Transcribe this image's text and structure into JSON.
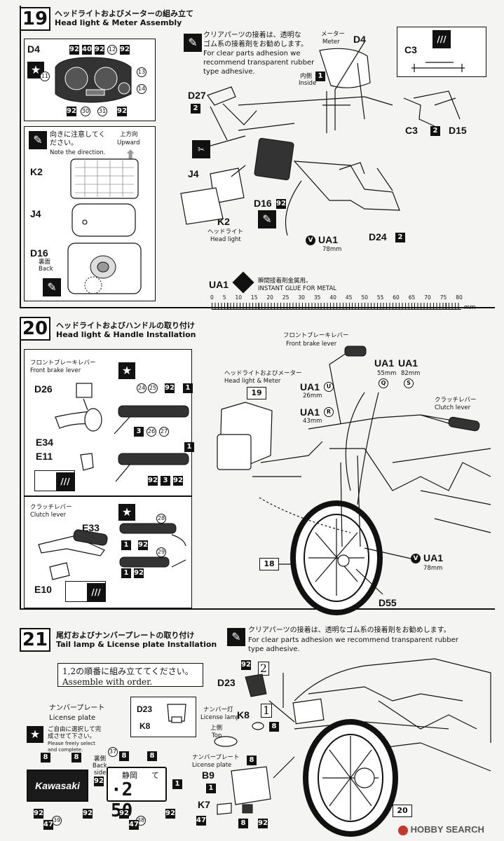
{
  "colors": {
    "ink": "#111111",
    "paper": "#f4f4f2"
  },
  "steps": [
    {
      "num": "19",
      "jp": "ヘッドライトおよびメーターの組み立て",
      "en": "Head light & Meter Assembly"
    },
    {
      "num": "20",
      "jp": "ヘッドライトおよびハンドルの取り付け",
      "en": "Head light & Handle Installation"
    },
    {
      "num": "21",
      "jp": "尾灯およびナンバープレートの取り付け",
      "en": "Tail lamp & License plate Installation"
    }
  ],
  "s19": {
    "d4": "D4",
    "num92": "92",
    "num40": "40",
    "num12": "12",
    "c11": "11",
    "c13": "13",
    "c14": "14",
    "num30": "30",
    "num31": "31",
    "note_dir_jp": "向きに注意してください。",
    "note_dir_en": "Note the direction.",
    "upward_jp": "上方向",
    "upward_en": "Upward",
    "k2": "K2",
    "j4": "J4",
    "d16": "D16",
    "back_jp": "裏面",
    "back_en": "Back",
    "clear_jp1": "クリアパーツの接着は、透明な",
    "clear_jp2": "ゴム系の接着剤をお勧めします。",
    "clear_en1": "For clear parts adhesion we",
    "clear_en2": "recommend transparent rubber",
    "clear_en3": "type adhesive.",
    "meter_jp": "メーター",
    "meter_en": "Meter",
    "inside_jp": "内側",
    "inside_en": "Inside",
    "n1": "1",
    "n2": "2",
    "d27": "D27",
    "c3": "C3",
    "d15": "D15",
    "d24": "D24",
    "headlight_jp": "ヘッドライト",
    "headlight_en": "Head light",
    "ua1": "UA1",
    "v": "V",
    "len78": "78mm",
    "glue_jp": "瞬間接着剤金属用。",
    "glue_en": "INSTANT GLUE  FOR METAL",
    "ruler": [
      "0",
      "5",
      "10",
      "15",
      "20",
      "25",
      "30",
      "35",
      "40",
      "45",
      "50",
      "55",
      "60",
      "65",
      "70",
      "75",
      "80"
    ],
    "mm": "mm"
  },
  "s20": {
    "brake_jp": "フロントブレーキレバー",
    "brake_en": "Front brake lever",
    "d26": "D26",
    "e34": "E34",
    "e11": "E11",
    "n24": "24",
    "n25": "25",
    "n92": "92",
    "n1": "1",
    "n3": "3",
    "n26": "26",
    "n27": "27",
    "clutch_jp": "クラッチレバー",
    "clutch_en": "Clutch lever",
    "e33": "E33",
    "e10": "E10",
    "n28": "28",
    "n29": "29",
    "hl_jp": "ヘッドライトおよびメーター",
    "hl_en": "Head light & Meter",
    "ref19": "19",
    "ref18": "18",
    "ua1": "UA1",
    "u": "U",
    "r": "R",
    "q": "Q",
    "s": "S",
    "v": "V",
    "l26": "26mm",
    "l43": "43mm",
    "l55": "55mm",
    "l82": "82mm",
    "l78": "78mm",
    "d55": "D55"
  },
  "s21": {
    "clear_jp": "クリアパーツの接着は、透明なゴム系の接着剤をお勧めします。",
    "clear_en1": "For clear parts adhesion we recommend transparent rubber",
    "clear_en2": "type adhesive.",
    "order_jp": "1,2の順番に組み立ててください。",
    "order_en": "Assemble with order.",
    "plate_jp": "ナンバープレート",
    "plate_en": "License plate",
    "free_jp": "ご自由に選択して完成させて下さい。",
    "free_en1": "Please freely select",
    "free_en2": "and complete.",
    "kawasaki": "Kawasaki",
    "n8": "8",
    "n92": "92",
    "n47": "47",
    "n39": "39",
    "n37": "37",
    "n38": "38",
    "n1": "1",
    "back_jp": "裏側",
    "back_en1": "Back",
    "back_en2": "side",
    "plate_city": "静岡",
    "plate_kana": "て",
    "plate_num": "·2 50",
    "d23": "D23",
    "k8": "K8",
    "step1": "1",
    "step2": "2",
    "lamp_jp": "ナンバー灯",
    "lamp_en": "License lamp",
    "top_jp": "上側",
    "top_en": "Top",
    "lplate_jp": "ナンバープレート",
    "lplate_en": "License plate",
    "b9": "B9",
    "k7": "K7",
    "ref20": "20"
  },
  "watermark": "HOBBY SEARCH"
}
